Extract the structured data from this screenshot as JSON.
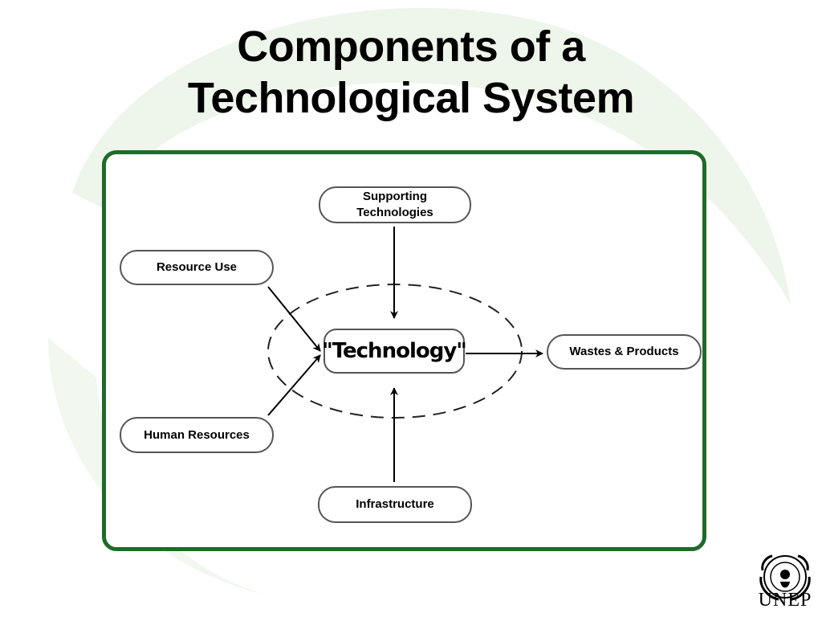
{
  "slide": {
    "title_line1": "Components of a",
    "title_line2": "Technological System"
  },
  "diagram": {
    "center": "\"Technology\"",
    "nodes": {
      "supporting_line1": "Supporting",
      "supporting_line2": "Technologies",
      "resource_use": "Resource Use",
      "human_resources": "Human Resources",
      "infrastructure": "Infrastructure",
      "wastes_products": "Wastes & Products"
    }
  },
  "logo": {
    "text": "UNEP",
    "icon": "un-emblem-icon"
  },
  "colors": {
    "frame_border": "#1f6b2a",
    "background_swoosh": "#eef5ea"
  }
}
